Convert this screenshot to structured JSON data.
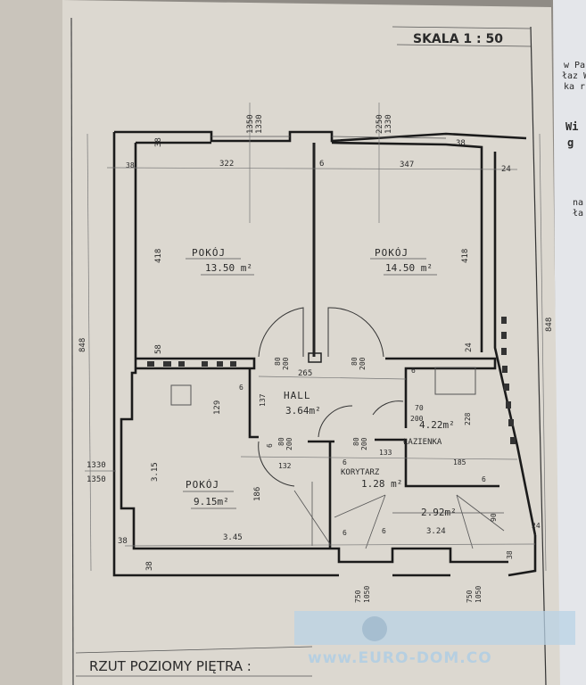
{
  "sheet": {
    "scale_label": "SKALA 1 : 50",
    "title": "RZUT POZIOMY PIĘTRA :",
    "watermark": "www.EURO-DOM.CO"
  },
  "rooms": {
    "room_left": {
      "name": "POKÓJ",
      "area": "13.50 m²"
    },
    "room_right": {
      "name": "POKÓJ",
      "area": "14.50 m²"
    },
    "hall": {
      "name": "HALL",
      "area": "3.64m²"
    },
    "bathroom": {
      "name": "ŁAZIENKA",
      "area": "4.22m²"
    },
    "corridor": {
      "name": "KORYTARZ",
      "area": "1.28 m²"
    },
    "room_small": {
      "name": "POKÓJ",
      "area": "9.15m²"
    },
    "stairs": {
      "area": "2.92m²"
    }
  },
  "dimensions": {
    "top_window_left": [
      "1350",
      "1330"
    ],
    "top_window_right": [
      "2250",
      "1330"
    ],
    "left_room_width": "322",
    "partition": "6",
    "right_room_width": "347",
    "right_wall": "24",
    "top_wall_left": "38",
    "top_wall_right": "38",
    "left_wall": "38",
    "left_room_depth": "418",
    "right_room_depth": "418",
    "left_height_total": "848",
    "right_height_total": "848",
    "lower_left_wall": "58",
    "lower_right_wall": "24",
    "hall_width": "265",
    "door_a": [
      "80",
      "200"
    ],
    "door_b": [
      "80",
      "200"
    ],
    "small_6a": "6",
    "d129": "129",
    "d137": "137",
    "door_c": [
      "70",
      "200"
    ],
    "d228": "228",
    "small_6b": "6",
    "door_d": [
      "80",
      "200"
    ],
    "door_e": [
      "80",
      "200"
    ],
    "d133": "133",
    "small_6c": "6",
    "d185": "185",
    "d132": "132",
    "small_6d": "6",
    "d315": "3.15",
    "d186": "186",
    "d345": "3.45",
    "bottom_left_38": "38",
    "bottom_wall_38": "38",
    "window_left": [
      "1330",
      "1350"
    ],
    "d324": "3.24",
    "d90": "90",
    "d24b": "24",
    "small_6e": "6",
    "small_6f": "6",
    "small_6g": "6",
    "bottom_right_38": "38",
    "bottom_window_a": [
      "750",
      "1050"
    ],
    "bottom_window_b": [
      "750",
      "1050"
    ]
  },
  "side_paper_fragments": [
    "w Pa",
    "łaz W",
    "ka r",
    "Wi",
    "g",
    "na",
    "ła"
  ]
}
